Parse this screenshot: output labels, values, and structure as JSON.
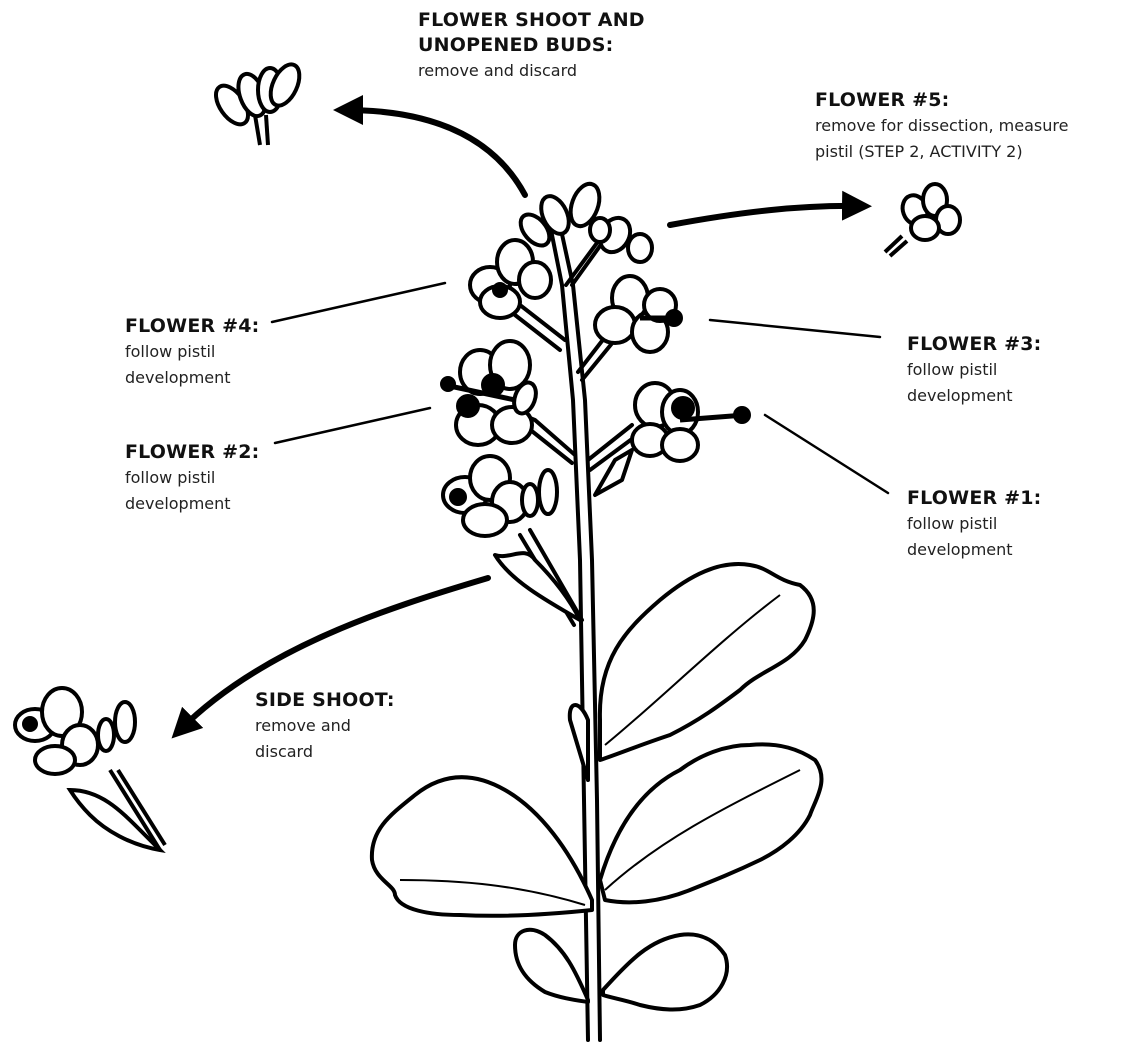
{
  "labels": {
    "flower_shoot": {
      "title": "FLOWER SHOOT AND\nUNOPENED BUDS:",
      "desc": "remove and discard"
    },
    "flower5": {
      "title": "FLOWER #5:",
      "desc": "remove for dissection, measure\npistil (STEP 2, ACTIVITY 2)"
    },
    "flower4": {
      "title": "FLOWER #4:",
      "desc": "follow pistil\ndevelopment"
    },
    "flower3": {
      "title": "FLOWER #3:",
      "desc": "follow pistil\ndevelopment"
    },
    "flower2": {
      "title": "FLOWER #2:",
      "desc": "follow pistil\ndevelopment"
    },
    "flower1": {
      "title": "FLOWER #1:",
      "desc": "follow pistil\ndevelopment"
    },
    "side_shoot": {
      "title": "SIDE SHOOT:",
      "desc": "remove and\ndiscard"
    }
  },
  "colors": {
    "ink": "#000000",
    "paper": "#ffffff"
  }
}
